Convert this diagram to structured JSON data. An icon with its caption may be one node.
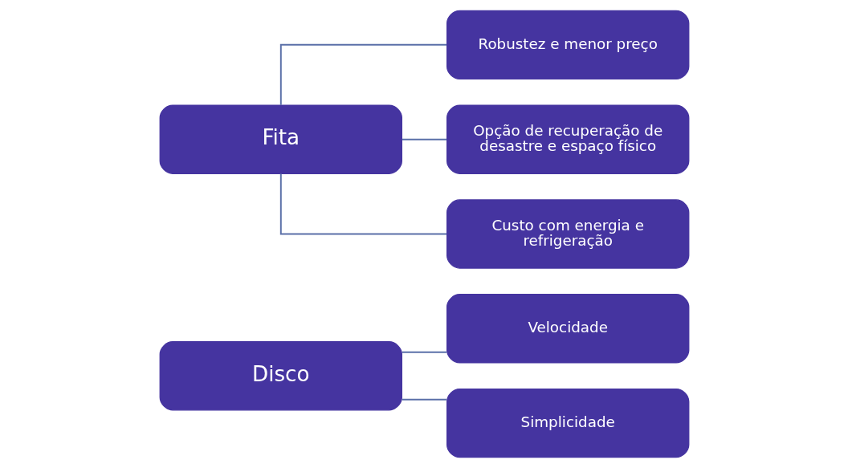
{
  "diagram": {
    "nodes": [
      {
        "text": [
          "Disco"
        ]
      },
      {
        "text": [
          "Velocidade"
        ]
      },
      {
        "text": [
          "Simplicidade"
        ]
      },
      {
        "text": [
          "Fita"
        ]
      },
      {
        "text": [
          "Robustez e menor preço"
        ]
      },
      {
        "text": [
          "Opção de recuperação de desastre e espaço físico"
        ]
      },
      {
        "text": [
          "Custo com energia e refrigeração"
        ]
      }
    ],
    "edges": [
      {
        "from": 0,
        "to": 1,
        "arrow": "none"
      },
      {
        "from": 0,
        "to": 2,
        "arrow": "none"
      },
      {
        "from": 3,
        "to": 4,
        "arrow": "none"
      },
      {
        "from": 3,
        "to": 5,
        "arrow": "none"
      },
      {
        "from": 3,
        "to": 6,
        "arrow": "none"
      }
    ]
  }
}
